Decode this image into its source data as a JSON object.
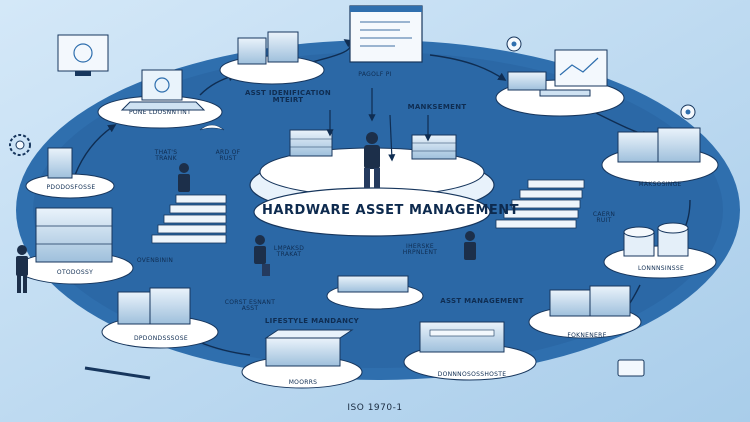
{
  "diagram": {
    "center_title": "HARDWARE ASSET MANAGEMENT",
    "footer_code": "ISO 1970-1",
    "labels": {
      "top_board": "PAGOLF PI",
      "asset_identification": "ASST IDENIFICATION\nMTEIRT",
      "manksement": "MANKSEMENT",
      "thats_trank": "THAT'S\nTRANK",
      "ard_of_rust": "ARD OF\nRUST",
      "caern_ruit": "CAERN\nRUIT",
      "lmpaksd_trakat": "LMPAKSD\nTRAKAT",
      "iherske_hrpnlent": "IHERSKE\nHRPNLENT",
      "asst_management": "ASST MANAGEMENT",
      "corst_esnant_asst": "CORST ESNANT\nASST",
      "lifestyle_mandancy": "LIFESTYLE MANDANCY",
      "ovenbinin": "OVENBININ",
      "node_laptop": "PONE LDOSNNTINT",
      "node_server": "MAKSOSINGE",
      "node_left": "PDODOSFOSSE",
      "node_bottom_left": "DPDONDSSSOSE",
      "node_right_cyl": "LONNNSINSSE",
      "node_bottom_center": "MOORRS",
      "node_bottom_mid": "DONNNOSOSSHOSTE",
      "node_right_bottom": "FOKNENERE",
      "node_left_small": "OTODOSSY"
    }
  }
}
